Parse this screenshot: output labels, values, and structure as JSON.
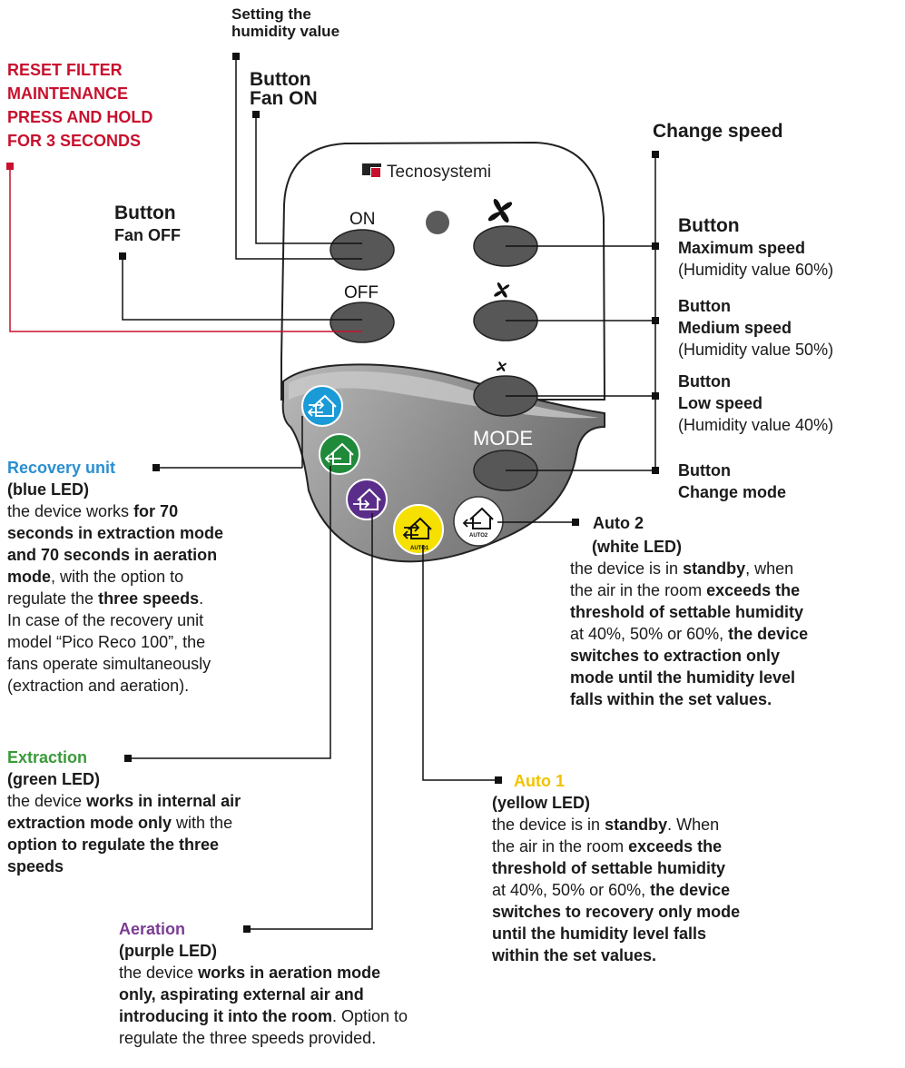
{
  "reset": {
    "line1": "RESET FILTER",
    "line2": "MAINTENANCE",
    "line3": "PRESS AND HOLD",
    "line4": "FOR 3 SECONDS"
  },
  "humidity": {
    "line1": "Setting the",
    "line2": "humidity value"
  },
  "fan_on": {
    "line1": "Button",
    "line2": "Fan ON"
  },
  "fan_off": {
    "line1": "Button",
    "line2": "Fan OFF"
  },
  "change_speed": "Change speed",
  "remote": {
    "brand": "Tecnosystemi",
    "on_label": "ON",
    "off_label": "OFF",
    "mode_label": "MODE",
    "auto1_label": "AUTO1",
    "auto2_label": "AUTO2"
  },
  "max_speed": {
    "line1": "Button",
    "line2": "Maximum speed",
    "line3": "(Humidity value 60%)"
  },
  "medium_speed": {
    "line1": "Button",
    "line2": "Medium speed",
    "line3": "(Humidity value 50%)"
  },
  "low_speed": {
    "line1": "Button",
    "line2": "Low speed",
    "line3": "(Humidity value 40%)"
  },
  "change_mode": {
    "line1": "Button",
    "line2": "Change mode"
  },
  "recovery": {
    "title": "Recovery unit",
    "led": "(blue LED)",
    "l1a": "the device works ",
    "l1b": "for 70",
    "l2": "seconds in extraction mode",
    "l3": "and 70 seconds in aeration",
    "l4a": "mode",
    "l4b": ", with the option to",
    "l5a": "regulate the ",
    "l5b": "three speeds",
    "l5c": ".",
    "l6": "In case of the recovery unit",
    "l7": "model “Pico Reco 100”, the",
    "l8": "fans operate simultaneously",
    "l9": "(extraction and aeration)."
  },
  "extraction": {
    "title": "Extraction",
    "led": "(green LED)",
    "l1a": "the device ",
    "l1b": "works in internal air",
    "l2a": "extraction mode only",
    "l2b": " with the",
    "l3": "option to regulate the three",
    "l4": "speeds"
  },
  "aeration": {
    "title": "Aeration",
    "led": "(purple LED)",
    "l1a": "the device ",
    "l1b": "works in aeration mode",
    "l2": "only, aspirating external air and",
    "l3a": "introducing it into the room",
    "l3b": ". Option to",
    "l4": "regulate the three speeds provided."
  },
  "auto2": {
    "title": "Auto 2",
    "led": "(white LED)",
    "l1a": "the device is in ",
    "l1b": "standby",
    ", when": "",
    "l1c": ", when",
    "l2a": "the air in the room ",
    "l2b": "exceeds the",
    "l3": "threshold of settable humidity",
    "l4a": "at 40%, 50% or 60%, ",
    "l4b": "the device",
    "l5": "switches to extraction only",
    "l6": "mode until the humidity level",
    "l7": "falls within the set values."
  },
  "auto1": {
    "title": "Auto 1",
    "led": "(yellow LED)",
    "l1a": "the device is in ",
    "l1b": "standby",
    "l1c": ". When",
    "l2a": "the air in the room ",
    "l2b": "exceeds the",
    "l3": "threshold of settable humidity",
    "l4a": "at 40%, 50% or 60%, ",
    "l4b": "the device",
    "l5": "switches to recovery only mode",
    "l6": "until the humidity level falls",
    "l7": "within the set values."
  },
  "colors": {
    "blue_led": "#1a9ad6",
    "green_led": "#1f8a3a",
    "purple_led": "#5a2d8a",
    "yellow_led": "#f5e000",
    "white_led": "#ffffff",
    "reset_line": "#c8102e",
    "button": "#575757",
    "remote_gray": "#8a8a8a"
  },
  "icons": [
    "fan-large-icon",
    "fan-medium-icon",
    "fan-small-icon",
    "recovery-house-icon",
    "extraction-house-icon",
    "aeration-house-icon",
    "auto1-house-icon",
    "auto2-house-icon",
    "tecnosystemi-logo-icon"
  ]
}
